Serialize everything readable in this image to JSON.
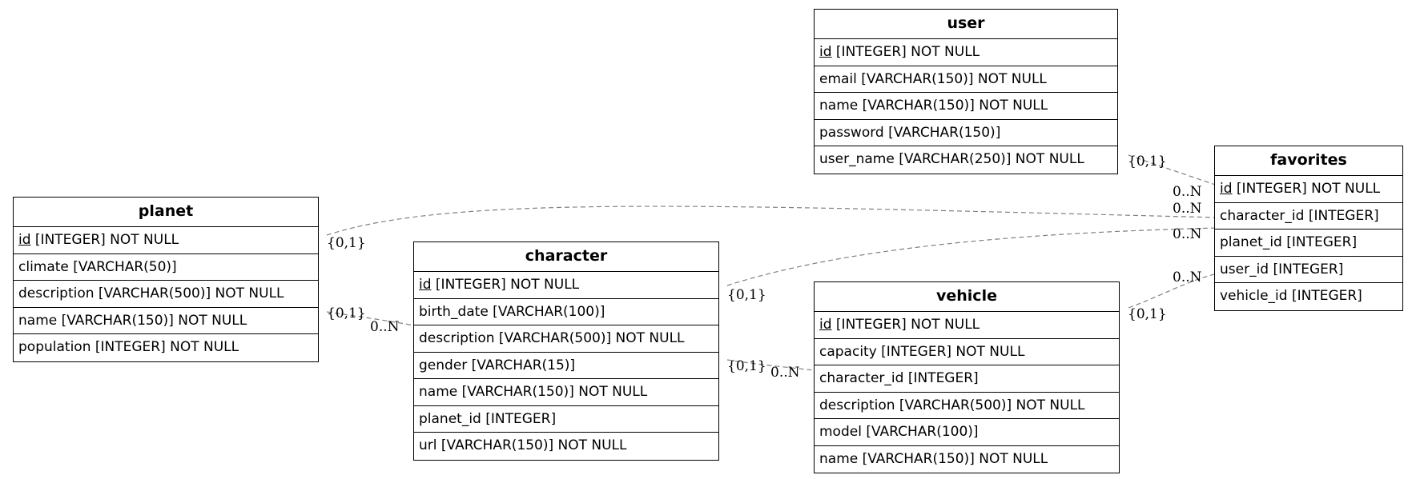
{
  "entities": {
    "user": {
      "name": "user",
      "fields": [
        {
          "pk": "id",
          "rest": " [INTEGER] NOT NULL"
        },
        {
          "pk": "",
          "rest": "email [VARCHAR(150)] NOT NULL"
        },
        {
          "pk": "",
          "rest": "name [VARCHAR(150)] NOT NULL"
        },
        {
          "pk": "",
          "rest": "password [VARCHAR(150)]"
        },
        {
          "pk": "",
          "rest": "user_name [VARCHAR(250)] NOT NULL"
        }
      ]
    },
    "favorites": {
      "name": "favorites",
      "fields": [
        {
          "pk": "id",
          "rest": " [INTEGER] NOT NULL"
        },
        {
          "pk": "",
          "rest": "character_id [INTEGER]"
        },
        {
          "pk": "",
          "rest": "planet_id [INTEGER]"
        },
        {
          "pk": "",
          "rest": "user_id [INTEGER]"
        },
        {
          "pk": "",
          "rest": "vehicle_id [INTEGER]"
        }
      ]
    },
    "planet": {
      "name": "planet",
      "fields": [
        {
          "pk": "id",
          "rest": " [INTEGER] NOT NULL"
        },
        {
          "pk": "",
          "rest": "climate [VARCHAR(50)]"
        },
        {
          "pk": "",
          "rest": "description [VARCHAR(500)] NOT NULL"
        },
        {
          "pk": "",
          "rest": "name [VARCHAR(150)] NOT NULL"
        },
        {
          "pk": "",
          "rest": "population [INTEGER] NOT NULL"
        }
      ]
    },
    "character": {
      "name": "character",
      "fields": [
        {
          "pk": "id",
          "rest": " [INTEGER] NOT NULL"
        },
        {
          "pk": "",
          "rest": "birth_date [VARCHAR(100)]"
        },
        {
          "pk": "",
          "rest": "description [VARCHAR(500)] NOT NULL"
        },
        {
          "pk": "",
          "rest": "gender [VARCHAR(15)]"
        },
        {
          "pk": "",
          "rest": "name [VARCHAR(150)] NOT NULL"
        },
        {
          "pk": "",
          "rest": "planet_id [INTEGER]"
        },
        {
          "pk": "",
          "rest": "url [VARCHAR(150)] NOT NULL"
        }
      ]
    },
    "vehicle": {
      "name": "vehicle",
      "fields": [
        {
          "pk": "id",
          "rest": " [INTEGER] NOT NULL"
        },
        {
          "pk": "",
          "rest": "capacity [INTEGER] NOT NULL"
        },
        {
          "pk": "",
          "rest": "character_id [INTEGER]"
        },
        {
          "pk": "",
          "rest": "description [VARCHAR(500)] NOT NULL"
        },
        {
          "pk": "",
          "rest": "model [VARCHAR(100)]"
        },
        {
          "pk": "",
          "rest": "name [VARCHAR(150)] NOT NULL"
        }
      ]
    }
  },
  "relationships": [
    {
      "from": "user",
      "to": "favorites",
      "from_card": "{0,1}",
      "to_card": "0..N"
    },
    {
      "from": "planet",
      "to": "favorites",
      "from_card": "{0,1}",
      "to_card": "0..N"
    },
    {
      "from": "character",
      "to": "favorites",
      "from_card": "{0,1}",
      "to_card": "0..N"
    },
    {
      "from": "vehicle",
      "to": "favorites",
      "from_card": "{0,1}",
      "to_card": "0..N"
    },
    {
      "from": "planet",
      "to": "character",
      "from_card": "{0,1}",
      "to_card": "0..N"
    },
    {
      "from": "character",
      "to": "vehicle",
      "from_card": "{0,1}",
      "to_card": "0..N"
    }
  ],
  "colors": {
    "edge": "#808080",
    "border": "#000000"
  }
}
